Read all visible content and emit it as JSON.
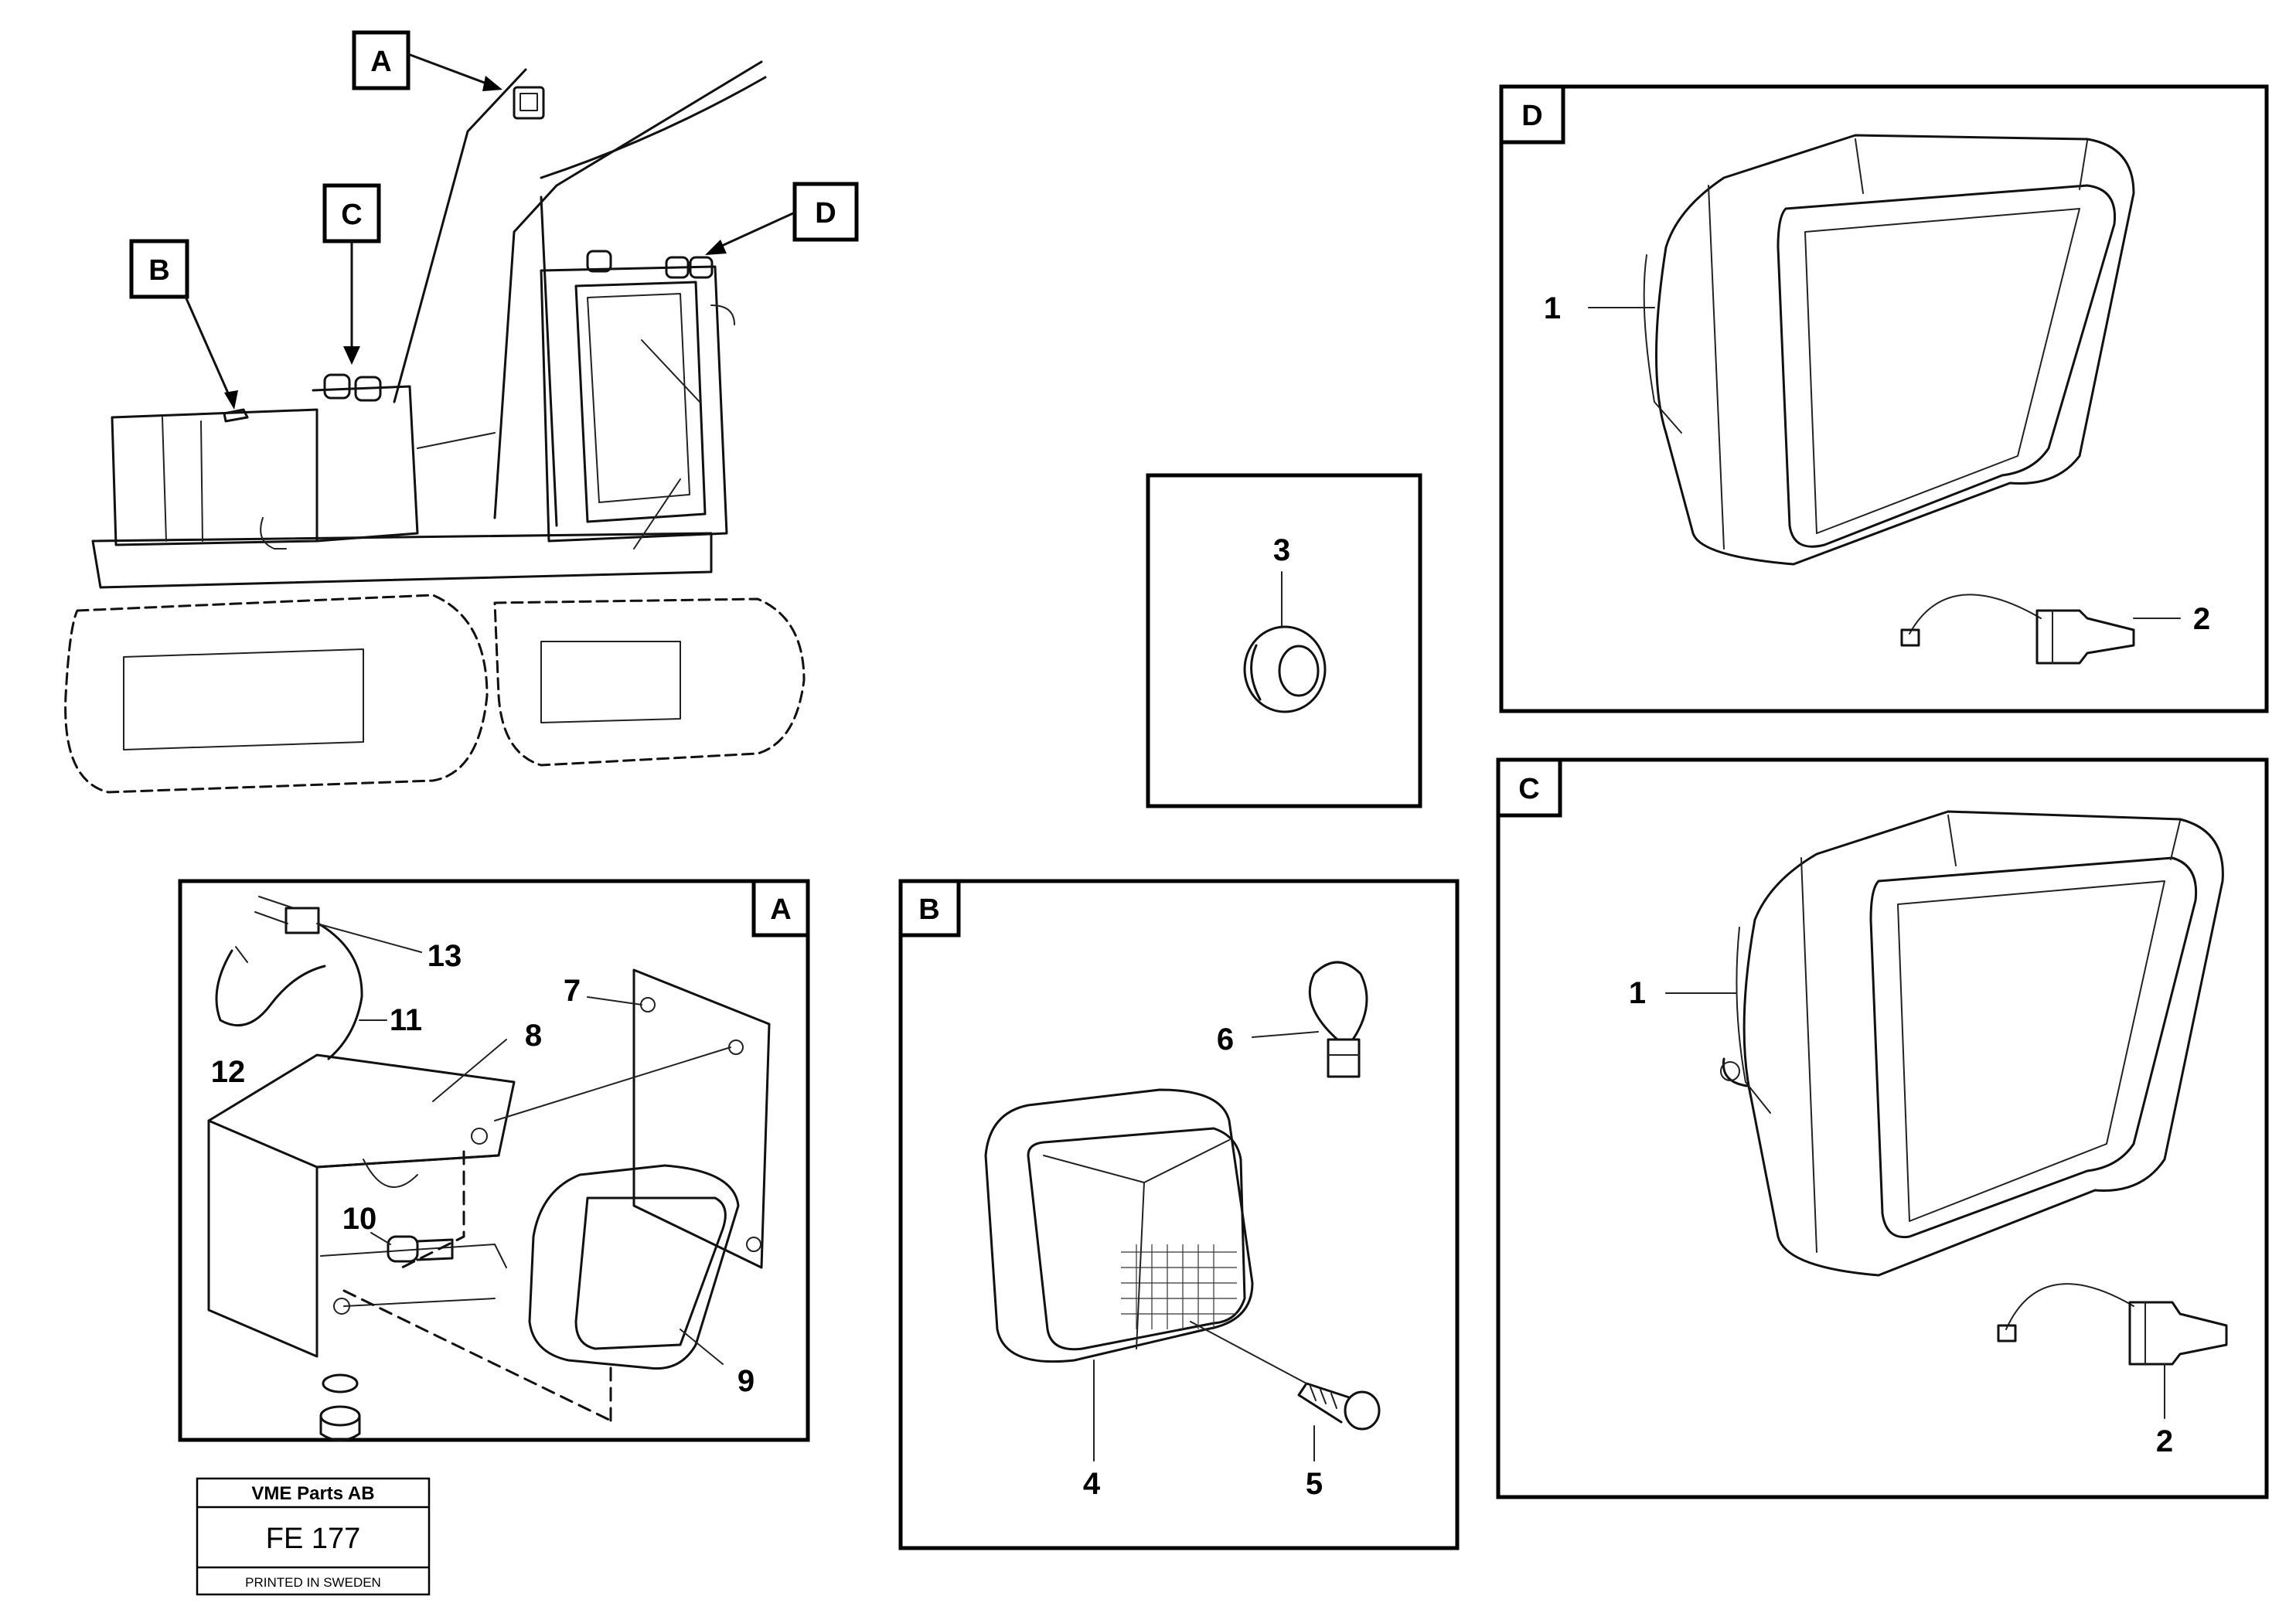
{
  "callouts": {
    "a": "A",
    "b": "B",
    "c": "C",
    "d": "D"
  },
  "panels": {
    "d": {
      "tag": "D",
      "part_numbers": [
        "1",
        "2"
      ]
    },
    "c": {
      "tag": "C",
      "part_numbers": [
        "1",
        "2"
      ]
    },
    "a": {
      "tag": "A",
      "part_numbers": [
        "13",
        "11",
        "12",
        "8",
        "7",
        "10",
        "9"
      ]
    },
    "b": {
      "tag": "B",
      "part_numbers": [
        "6",
        "4",
        "5"
      ]
    },
    "grommet": {
      "part_numbers": [
        "3"
      ]
    }
  },
  "stamp": {
    "company": "VME Parts AB",
    "code": "FE 177",
    "printed": "PRINTED IN SWEDEN"
  }
}
